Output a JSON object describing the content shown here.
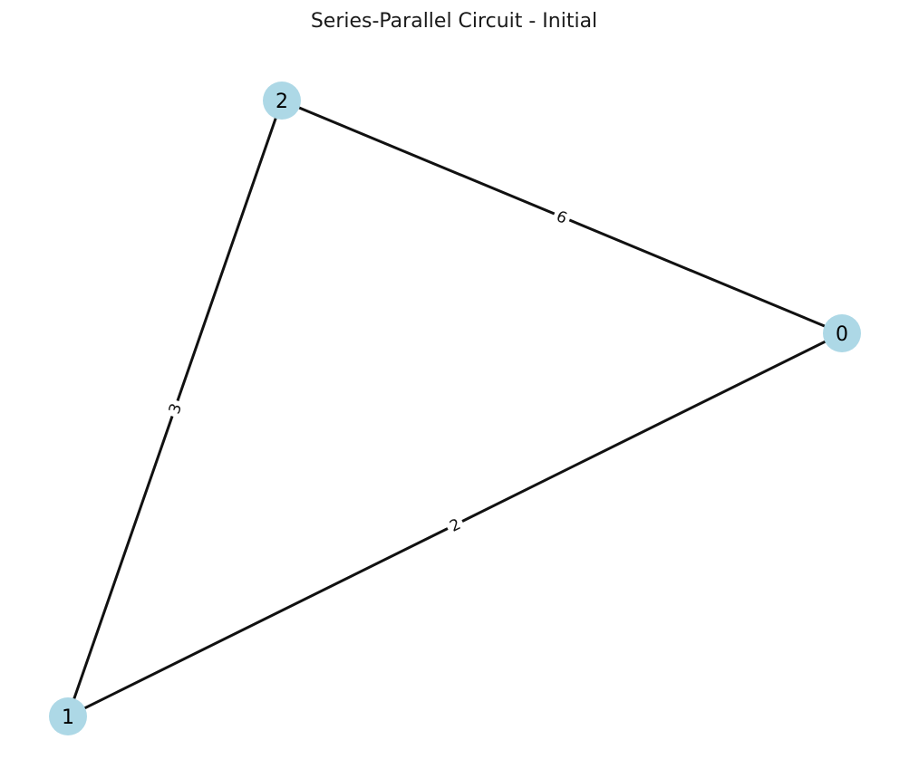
{
  "title": "Series-Parallel Circuit - Initial",
  "colors": {
    "node_fill": "#add8e6",
    "edge": "#111111",
    "background": "#ffffff"
  },
  "nodes": [
    {
      "id": "0",
      "label": "0"
    },
    {
      "id": "1",
      "label": "1"
    },
    {
      "id": "2",
      "label": "2"
    }
  ],
  "edges": [
    {
      "source": "2",
      "target": "0",
      "label": "6"
    },
    {
      "source": "2",
      "target": "1",
      "label": "3"
    },
    {
      "source": "1",
      "target": "0",
      "label": "2"
    }
  ]
}
